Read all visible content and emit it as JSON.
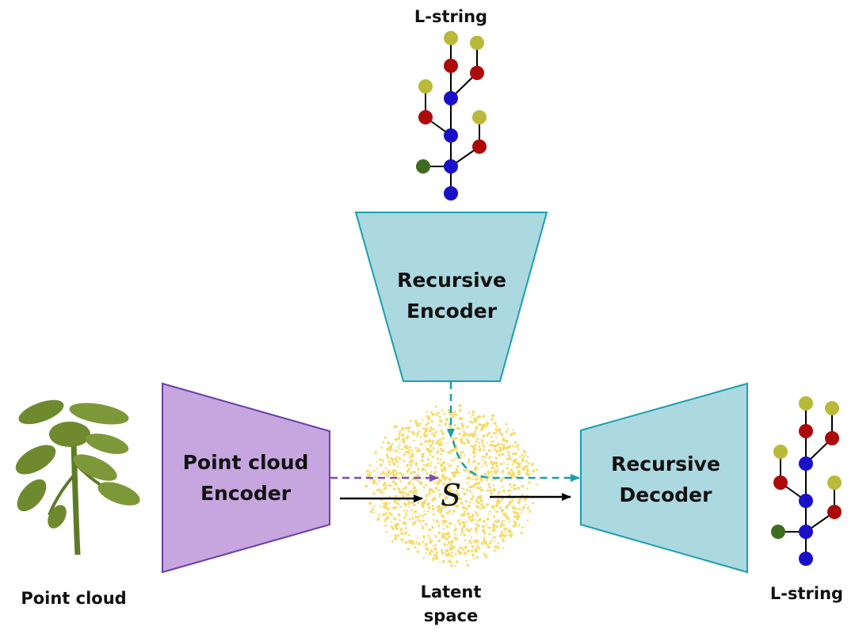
{
  "colors": {
    "encoder_fill": "#c7a6e0",
    "encoder_stroke": "#6a3fa8",
    "recursive_fill": "#acd8e0",
    "recursive_stroke": "#1a9fae",
    "latent_points": "#f7db6a",
    "node_blue": "#1a10c8",
    "node_red": "#ad0a0a",
    "node_yellow": "#b9b93a",
    "node_green": "#3f6b1e",
    "plant": "#6f8a2e",
    "dashed_purple": "#7a4fb3",
    "dashed_cyan": "#1a9fae",
    "arrow_black": "#000000"
  },
  "labels": {
    "top_lstring": "L-string",
    "recursive_encoder": "Recursive\nEncoder",
    "point_cloud_encoder": "Point cloud\nEncoder",
    "recursive_decoder": "Recursive\nDecoder",
    "point_cloud": "Point cloud",
    "latent_space": "Latent\nspace",
    "right_lstring": "L-string",
    "latent_symbol": "S"
  }
}
